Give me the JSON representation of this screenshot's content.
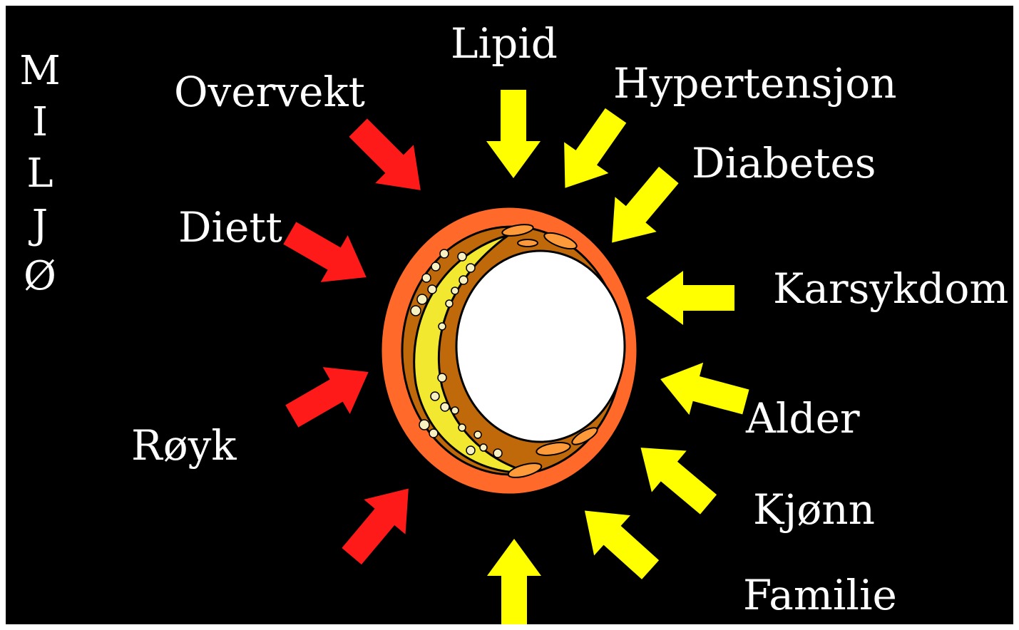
{
  "vertical_label": [
    "M",
    "I",
    "L",
    "J",
    "Ø"
  ],
  "colors": {
    "background": "#000000",
    "environmental_arrow": "#ff1a1a",
    "hereditary_arrow": "#ffff00",
    "outer_wall": "#ff6a2a",
    "media": "#c0690a",
    "plaque": "#f2e830",
    "lumen": "#ffffff"
  },
  "labels": {
    "lipid": "Lipid",
    "hypertensjon": "Hypertensjon",
    "diabetes": "Diabetes",
    "karsykdom": "Karsykdom",
    "alder": "Alder",
    "kjonn": "Kjønn",
    "familie": "Familie",
    "overvekt": "Overvekt",
    "diett": "Diett",
    "royk": "Røyk"
  }
}
